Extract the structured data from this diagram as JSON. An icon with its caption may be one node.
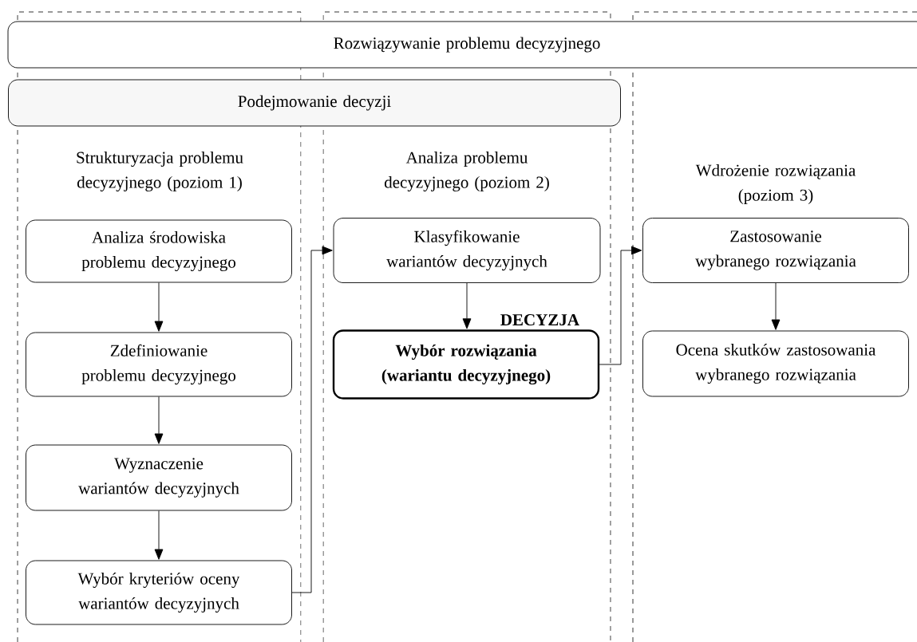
{
  "diagram": {
    "nodes": [
      {
        "text": [
          "Rozwiązywanie problemu decyzyjnego"
        ]
      },
      {
        "text": [
          "Podejmowanie decyzji"
        ]
      },
      {
        "text": [
          "Analiza środowiska problemu decyzyjnego"
        ]
      },
      {
        "text": [
          "Zdefiniowanie problemu decyzyjnego"
        ]
      },
      {
        "text": [
          "Wyznaczenie wariantów decyzyjnych"
        ]
      },
      {
        "text": [
          "Wybór kryteriów oceny wariantów decyzyjnych"
        ]
      },
      {
        "text": [
          "Klasyfikowanie wariantów decyzyjnych"
        ]
      },
      {
        "text": [
          "Wybór rozwiązania (wariantu decyzyjnego)"
        ],
        "beside": [
          "DECYZJA"
        ]
      },
      {
        "text": [
          "Zastosowanie wybranego rozwiązania"
        ]
      },
      {
        "text": [
          "Ocena skutków zastosowania wybranego rozwiązania"
        ]
      }
    ],
    "edges": [
      {
        "from": 2,
        "to": 3,
        "arrow": "to"
      },
      {
        "from": 3,
        "to": 4,
        "arrow": "to"
      },
      {
        "from": 4,
        "to": 5,
        "arrow": "to"
      },
      {
        "from": 5,
        "to": 6,
        "arrow": "to"
      },
      {
        "from": 6,
        "to": 7,
        "arrow": "to"
      },
      {
        "from": 7,
        "to": 8,
        "arrow": "to"
      },
      {
        "from": 8,
        "to": 9,
        "arrow": "to"
      }
    ],
    "labels": [
      "Strukturyzacja problemu decyzyjnego (poziom 1)",
      "Analiza problemu decyzyjnego (poziom 2)",
      "Wdrożenie rozwiązania (poziom 3)"
    ]
  }
}
